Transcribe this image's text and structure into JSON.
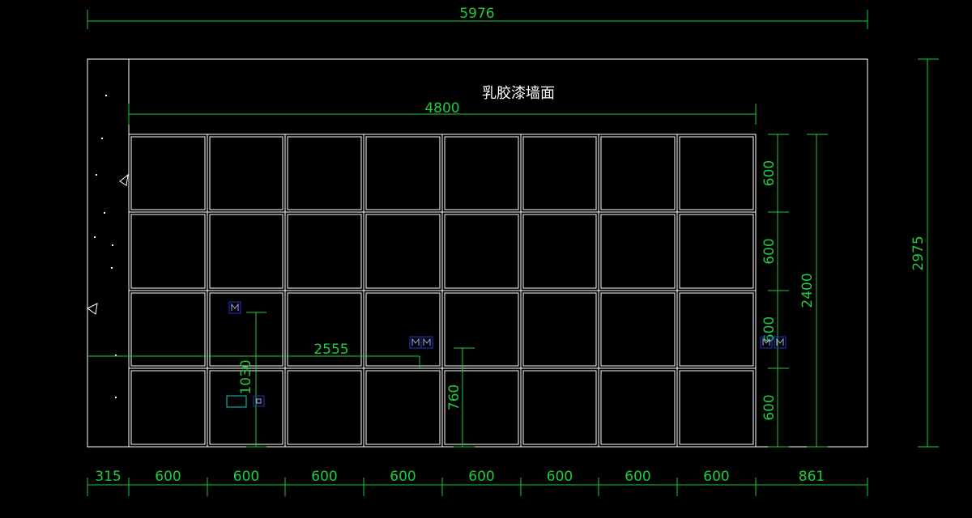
{
  "title": "乳胶漆墙面",
  "colors": {
    "background": "#000000",
    "outline": "#ffffff",
    "dimension": "#1fcc3a",
    "socket": "#2233cc",
    "socket_accent": "#22c8c8"
  },
  "dimensions": {
    "overall_width": "5976",
    "panel_width": "4800",
    "overall_height": "2975",
    "panel_height": "2400",
    "bottom_segments": [
      "315",
      "600",
      "600",
      "600",
      "600",
      "600",
      "600",
      "600",
      "600",
      "861"
    ],
    "right_rows": [
      "600",
      "600",
      "600",
      "600"
    ],
    "socket_offset_horizontal": "2555",
    "socket_height_left": "1030",
    "socket_height_center": "760"
  },
  "panel_grid": {
    "columns": 8,
    "rows": 4
  },
  "icons": {
    "socket": "power-socket-icon",
    "triangle": "triangle-marker-icon"
  }
}
